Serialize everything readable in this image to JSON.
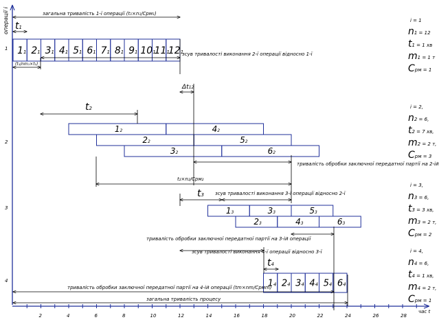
{
  "axis": {
    "y_label": "операції і",
    "x_label": "час t",
    "ticks": [
      "2",
      "4",
      "6",
      "8",
      "10",
      "12",
      "14",
      "16",
      "18",
      "20",
      "22",
      "24",
      "26",
      "28"
    ],
    "levels": [
      "1",
      "2",
      "3",
      "4"
    ]
  },
  "operations": [
    {
      "level": "1",
      "blocks": [
        {
          "main": "1",
          "sub": "1",
          "start": 0,
          "end": 1,
          "row": 0
        },
        {
          "main": "2",
          "sub": "1",
          "start": 1,
          "end": 2,
          "row": 0
        },
        {
          "main": "3",
          "sub": "1",
          "start": 2,
          "end": 3,
          "row": 0
        },
        {
          "main": "4",
          "sub": "1",
          "start": 3,
          "end": 4,
          "row": 0
        },
        {
          "main": "5",
          "sub": "1",
          "start": 4,
          "end": 5,
          "row": 0
        },
        {
          "main": "6",
          "sub": "1",
          "start": 5,
          "end": 6,
          "row": 0
        },
        {
          "main": "7",
          "sub": "1",
          "start": 6,
          "end": 7,
          "row": 0
        },
        {
          "main": "8",
          "sub": "1",
          "start": 7,
          "end": 8,
          "row": 0
        },
        {
          "main": "9",
          "sub": "1",
          "start": 8,
          "end": 9,
          "row": 0
        },
        {
          "main": "10",
          "sub": "1",
          "start": 9,
          "end": 10,
          "row": 0
        },
        {
          "main": "11",
          "sub": "1",
          "start": 10,
          "end": 11,
          "row": 0
        },
        {
          "main": "12",
          "sub": "1",
          "start": 11,
          "end": 12,
          "row": 0
        }
      ],
      "params": {
        "i": "i = 1",
        "n": "n",
        "n_sub": "1 = 12",
        "t": "t",
        "t_sub": "1 = 1 хв",
        "m": "m",
        "m_sub": "1 = 1 т",
        "c": "C",
        "c_sub": "рм = 1"
      }
    },
    {
      "level": "2",
      "blocks": [
        {
          "main": "1",
          "sub": "2",
          "start": 4,
          "end": 11,
          "row": 0
        },
        {
          "main": "4",
          "sub": "2",
          "start": 11,
          "end": 18,
          "row": 0
        },
        {
          "main": "2",
          "sub": "2",
          "start": 6,
          "end": 13,
          "row": 1
        },
        {
          "main": "5",
          "sub": "2",
          "start": 13,
          "end": 20,
          "row": 1
        },
        {
          "main": "3",
          "sub": "2",
          "start": 8,
          "end": 15,
          "row": 2
        },
        {
          "main": "6",
          "sub": "2",
          "start": 15,
          "end": 22,
          "row": 2
        }
      ],
      "params": {
        "i": "i = 2,",
        "n": "n",
        "n_sub": "2 = 6,",
        "t": "t",
        "t_sub": "2 = 7 хв,",
        "m": "m",
        "m_sub": "2 = 2 т,",
        "c": "C",
        "c_sub": "рм = 3"
      }
    },
    {
      "level": "3",
      "blocks": [
        {
          "main": "1",
          "sub": "3",
          "start": 14,
          "end": 17,
          "row": 0
        },
        {
          "main": "3",
          "sub": "3",
          "start": 17,
          "end": 20,
          "row": 0
        },
        {
          "main": "5",
          "sub": "3",
          "start": 20,
          "end": 23,
          "row": 0
        },
        {
          "main": "2",
          "sub": "3",
          "start": 16,
          "end": 19,
          "row": 1
        },
        {
          "main": "4",
          "sub": "3",
          "start": 19,
          "end": 22,
          "row": 1
        },
        {
          "main": "6",
          "sub": "3",
          "start": 22,
          "end": 25,
          "row": 1
        }
      ],
      "params": {
        "i": "i = 3,",
        "n": "n",
        "n_sub": "3 = 6,",
        "t": "t",
        "t_sub": "3 = 3 хв,",
        "m": "m",
        "m_sub": "3 = 2 т,",
        "c": "C",
        "c_sub": "рм = 2"
      }
    },
    {
      "level": "4",
      "blocks": [
        {
          "main": "1",
          "sub": "4",
          "start": 18,
          "end": 19,
          "row": 0
        },
        {
          "main": "2",
          "sub": "4",
          "start": 19,
          "end": 20,
          "row": 0
        },
        {
          "main": "3",
          "sub": "4",
          "start": 20,
          "end": 21,
          "row": 0
        },
        {
          "main": "4",
          "sub": "4",
          "start": 21,
          "end": 22,
          "row": 0
        },
        {
          "main": "5",
          "sub": "4",
          "start": 22,
          "end": 23,
          "row": 0
        },
        {
          "main": "6",
          "sub": "4",
          "start": 23,
          "end": 24,
          "row": 0
        }
      ],
      "params": {
        "i": "i = 4,",
        "n": "n",
        "n_sub": "4 = 6,",
        "t": "t",
        "t_sub": "4 = 1 хв,",
        "m": "m",
        "m_sub": "4 = 2 т,",
        "c": "C",
        "c_sub": "рм = 1"
      }
    }
  ],
  "labels": {
    "total_op1": "загальна тривалість 1-ї операції (t₁×n₁/Cрм₁)",
    "t1": "t",
    "t1_sub": "1",
    "t_pm1": "(t₁/nm₁×t₁)",
    "shift_2_1": "зсув тривалості виконання 2-ї операції відносно 1-ї",
    "delta_t12": "Δt",
    "delta_t12_sub": "12",
    "t2": "t",
    "t2_sub": "2",
    "last_batch_op2": "тривалість обробки заключної передатної партії на 2-ій операції",
    "t2_formula": "t₂×n₂/Cрм₂",
    "t3": "t",
    "t3_sub": "3",
    "shift_3_2": "зсув тривалості виконання 3-ї операції відносно 2-ї",
    "last_batch_op3": "тривалість обробки заключної передатної партії на 3-ій операції",
    "shift_4_3": "зсув тривалості виконання 4-ї операції відносно 3-ї",
    "t4": "t",
    "t4_sub": "4",
    "last_batch_op4": "тривалість обробки заключної передатної партії на 4-ій операції (tm×nm/Cрмm)",
    "total_process": "загальна тривалість процесу"
  },
  "colors": {
    "line": "#000000",
    "frame": "#1f2f9a"
  }
}
